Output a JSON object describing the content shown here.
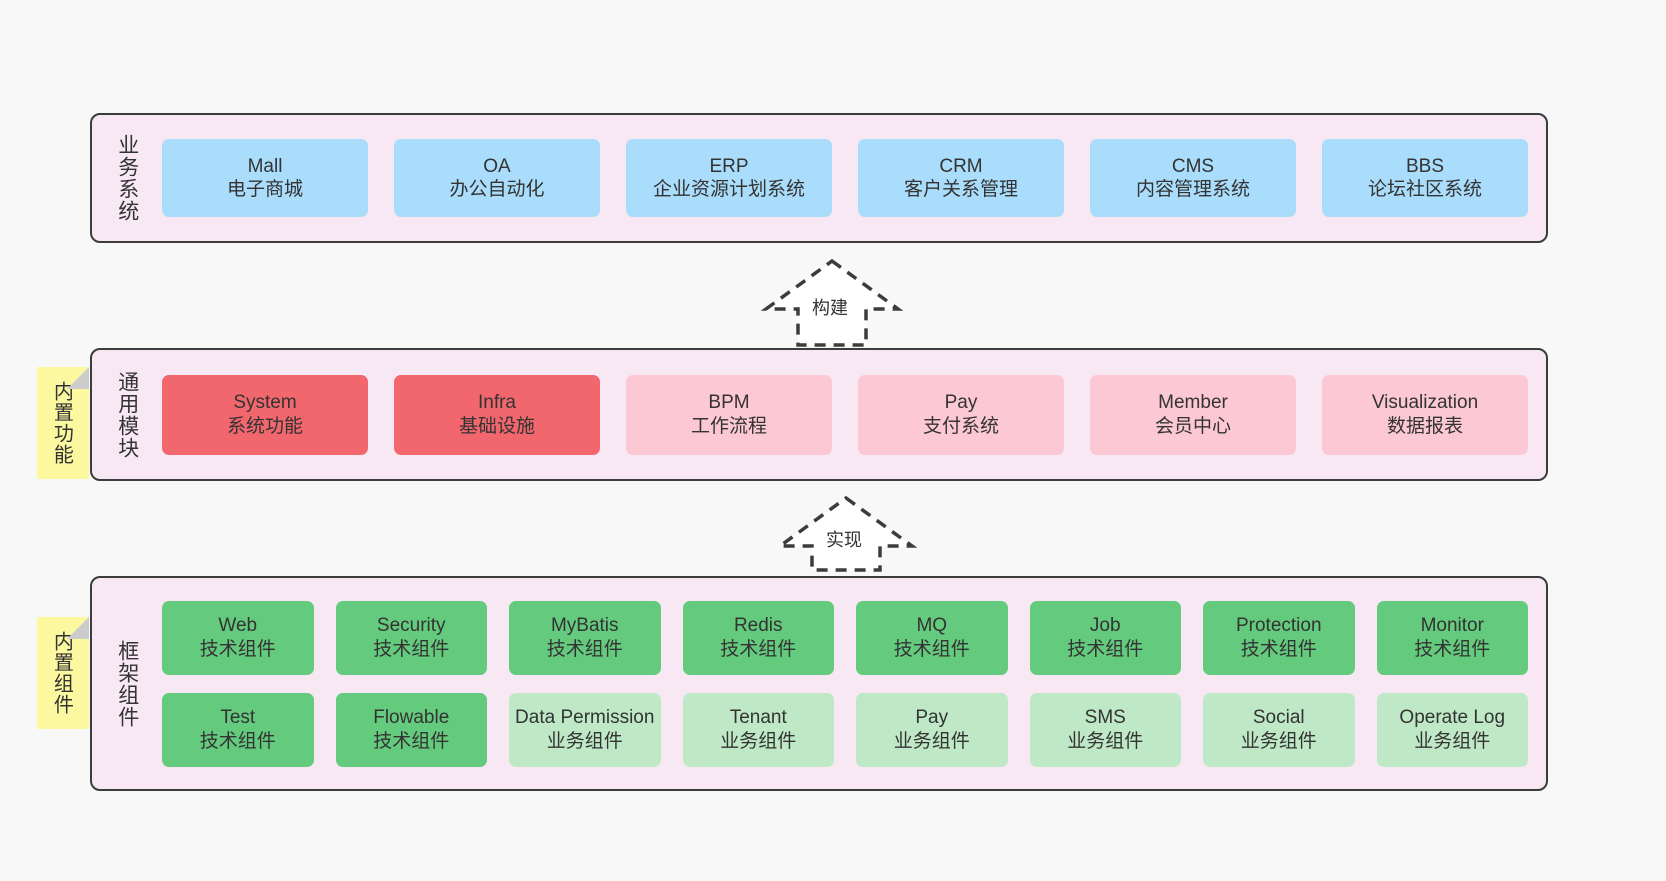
{
  "diagram": {
    "background": "#f8f8f8",
    "panel_fill": "#f8e8f4",
    "panel_border": "#3c3c3c",
    "note_fill": "#fcf8a0"
  },
  "notes": [
    {
      "id": "builtin-features",
      "text": "内置功能"
    },
    {
      "id": "builtin-components",
      "text": "内置组件"
    }
  ],
  "arrows": [
    {
      "id": "build",
      "label": "构建"
    },
    {
      "id": "implement",
      "label": "实现"
    }
  ],
  "layers": [
    {
      "id": "business-systems",
      "title": "业务系统",
      "rows": [
        {
          "cards": [
            {
              "name": "Mall",
              "sub": "电子商城",
              "color": "#aadcfb",
              "style": "c-blue"
            },
            {
              "name": "OA",
              "sub": "办公自动化",
              "color": "#aadcfb",
              "style": "c-blue"
            },
            {
              "name": "ERP",
              "sub": "企业资源计划系统",
              "color": "#aadcfb",
              "style": "c-blue"
            },
            {
              "name": "CRM",
              "sub": "客户关系管理",
              "color": "#aadcfb",
              "style": "c-blue"
            },
            {
              "name": "CMS",
              "sub": "内容管理系统",
              "color": "#aadcfb",
              "style": "c-blue"
            },
            {
              "name": "BBS",
              "sub": "论坛社区系统",
              "color": "#aadcfb",
              "style": "c-blue"
            }
          ]
        }
      ]
    },
    {
      "id": "common-modules",
      "title": "通用模块",
      "rows": [
        {
          "cards": [
            {
              "name": "System",
              "sub": "系统功能",
              "color": "#f2676d",
              "style": "c-red"
            },
            {
              "name": "Infra",
              "sub": "基础设施",
              "color": "#f2676d",
              "style": "c-red"
            },
            {
              "name": "BPM",
              "sub": "工作流程",
              "color": "#fbc8d3",
              "style": "c-pink"
            },
            {
              "name": "Pay",
              "sub": "支付系统",
              "color": "#fbc8d3",
              "style": "c-pink"
            },
            {
              "name": "Member",
              "sub": "会员中心",
              "color": "#fbc8d3",
              "style": "c-pink"
            },
            {
              "name": "Visualization",
              "sub": "数据报表",
              "color": "#fbc8d3",
              "style": "c-pink"
            }
          ]
        }
      ]
    },
    {
      "id": "framework-components",
      "title": "框架组件",
      "rows": [
        {
          "cards": [
            {
              "name": "Web",
              "sub": "技术组件",
              "color": "#64cb7e",
              "style": "c-green"
            },
            {
              "name": "Security",
              "sub": "技术组件",
              "color": "#64cb7e",
              "style": "c-green"
            },
            {
              "name": "MyBatis",
              "sub": "技术组件",
              "color": "#64cb7e",
              "style": "c-green"
            },
            {
              "name": "Redis",
              "sub": "技术组件",
              "color": "#64cb7e",
              "style": "c-green"
            },
            {
              "name": "MQ",
              "sub": "技术组件",
              "color": "#64cb7e",
              "style": "c-green"
            },
            {
              "name": "Job",
              "sub": "技术组件",
              "color": "#64cb7e",
              "style": "c-green"
            },
            {
              "name": "Protection",
              "sub": "技术组件",
              "color": "#64cb7e",
              "style": "c-green"
            },
            {
              "name": "Monitor",
              "sub": "技术组件",
              "color": "#64cb7e",
              "style": "c-green"
            }
          ]
        },
        {
          "cards": [
            {
              "name": "Test",
              "sub": "技术组件",
              "color": "#64cb7e",
              "style": "c-green"
            },
            {
              "name": "Flowable",
              "sub": "技术组件",
              "color": "#64cb7e",
              "style": "c-green"
            },
            {
              "name": "Data Permission",
              "sub": "业务组件",
              "color": "#bfe9c6",
              "style": "c-lightgreen"
            },
            {
              "name": "Tenant",
              "sub": "业务组件",
              "color": "#bfe9c6",
              "style": "c-lightgreen"
            },
            {
              "name": "Pay",
              "sub": "业务组件",
              "color": "#bfe9c6",
              "style": "c-lightgreen"
            },
            {
              "name": "SMS",
              "sub": "业务组件",
              "color": "#bfe9c6",
              "style": "c-lightgreen"
            },
            {
              "name": "Social",
              "sub": "业务组件",
              "color": "#bfe9c6",
              "style": "c-lightgreen"
            },
            {
              "name": "Operate Log",
              "sub": "业务组件",
              "color": "#bfe9c6",
              "style": "c-lightgreen"
            }
          ]
        }
      ]
    }
  ]
}
